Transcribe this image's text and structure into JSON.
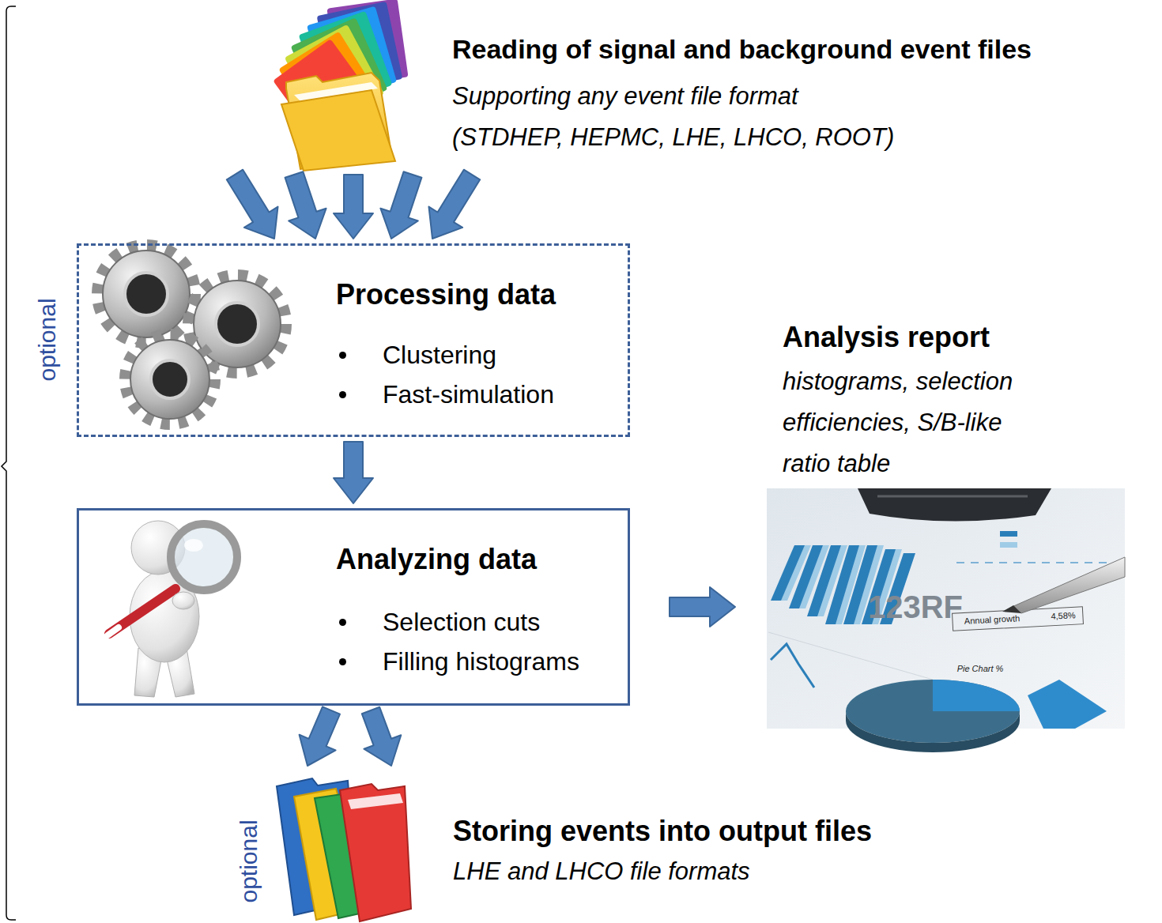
{
  "diagram": {
    "nodes": [
      {
        "text": [
          "Reading of signal and background event files",
          "Supporting any event file format (STDHEP, HEPMC, LHE, LHCO, ROOT)"
        ]
      },
      {
        "text": [
          "Processing data",
          "Clustering",
          "Fast-simulation"
        ]
      },
      {
        "text": [
          "Analyzing data",
          "Selection cuts",
          "Filling histograms"
        ]
      },
      {
        "text": [
          "Analysis report",
          "histograms, selection efficiencies, S/B-like ratio table"
        ]
      },
      {
        "text": [
          "Storing events into output files",
          "LHE and LHCO file formats"
        ]
      }
    ],
    "edges": [
      {
        "from": 0,
        "to": 1,
        "arrow": "to"
      },
      {
        "from": 1,
        "to": 2,
        "arrow": "to"
      },
      {
        "from": 2,
        "to": 3,
        "arrow": "to"
      },
      {
        "from": 2,
        "to": 4,
        "arrow": "to"
      }
    ],
    "labels": [
      "optional",
      "optional",
      "123RF",
      "Annual growth",
      "4,58%",
      "Pie Chart %"
    ]
  }
}
